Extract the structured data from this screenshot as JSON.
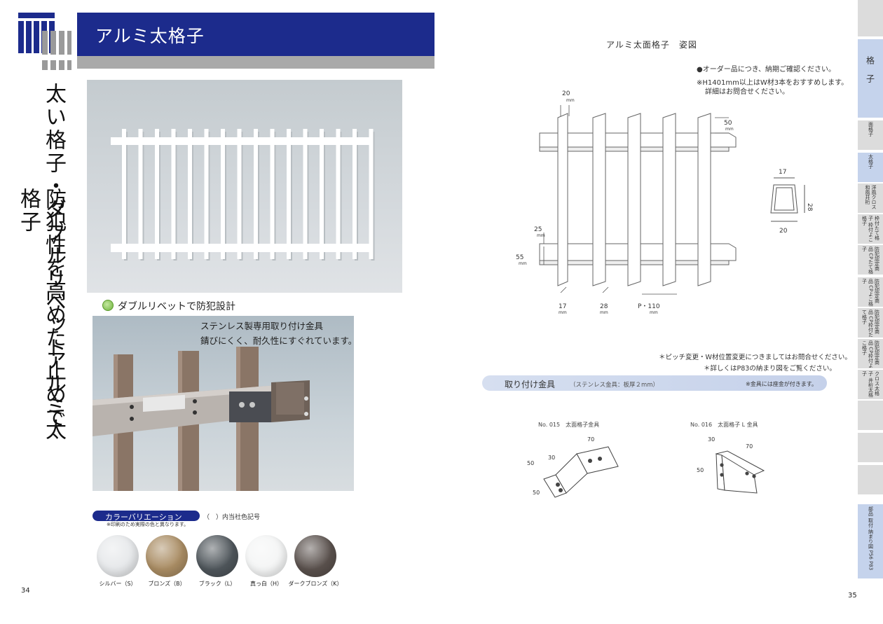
{
  "left_page": {
    "header_title": "アルミ太格子",
    "vertical_title_col1": "太い格子・ダブルリベット止めで",
    "vertical_title_col2": "防犯性を高めたアルミ太格子",
    "feature_label": "ダブルリベットで防犯設計",
    "photo_caption_1": "ステンレス製専用取り付け金具",
    "photo_caption_2": "錆びにくく、耐久性にすぐれています。",
    "color_title": "カラーバリエーション",
    "color_code_note": "（　）内当社色記号",
    "color_print_note": "※印刷のため実際の色と異なります。",
    "colors": [
      {
        "label": "シルバー（S）",
        "hex": "#e6e8ea"
      },
      {
        "label": "ブロンズ（B）",
        "hex": "#a98c63"
      },
      {
        "label": "ブラック（L）",
        "hex": "#4f565b"
      },
      {
        "label": "真っ白（H）",
        "hex": "#f4f5f5"
      },
      {
        "label": "ダークブロンズ（K）",
        "hex": "#5a514d"
      }
    ],
    "page_number": "34"
  },
  "right_page": {
    "diagram_title": "アルミ太面格子　姿図",
    "note_order": "●オーダー品につき、納期ご確認ください。",
    "note_h1401_1": "※H1401mm以上はW材3本をおすすめします。",
    "note_h1401_2": "詳細はお問合せください。",
    "dims": {
      "d20": "20",
      "d50": "50",
      "d25": "25",
      "d55": "55",
      "d17": "17",
      "d28": "28",
      "pitch": "P・110",
      "sec17": "17",
      "sec28": "28",
      "sec20": "20",
      "mm": "mm"
    },
    "note_pitch": "＊ピッチ変更・W材位置変更につきましてはお問合せください。",
    "note_p83": "＊詳しくはP83の納まり図をご覧ください。",
    "fitting_title": "取り付け金具",
    "fitting_sub": "（ステンレス金具：板厚２mm）",
    "fitting_note": "※金具には座金が付きます。",
    "fittings": [
      {
        "label": "No. 015　太面格子金具",
        "d70": "70",
        "d30": "30",
        "d50a": "50",
        "d50b": "50"
      },
      {
        "label": "No. 016　太面格子 L 金具",
        "d30": "30",
        "d70": "70",
        "d50": "50"
      }
    ],
    "page_number": "35"
  },
  "side_tabs": {
    "main": "格子",
    "items": [
      "面格子",
      "太格子",
      "洋風クロス 和風井桁",
      "枠付たて格子 枠付よこ格子",
      "防犯認定商品 CPたて格子",
      "防犯認定商品 CPよこ格子",
      "防犯認定商品 CP枠付たて格子",
      "防犯認定商品 CP枠付よこ格子",
      "クロス太格子 井桁太格子"
    ],
    "bottom": "部品 取付 納まり図 P56 P83"
  },
  "colors": {
    "brand_blue": "#1c2b8c",
    "header_grey": "#a9a9a9",
    "tab_grey": "#dcdcdc",
    "tab_active": "#c5d3ec"
  }
}
